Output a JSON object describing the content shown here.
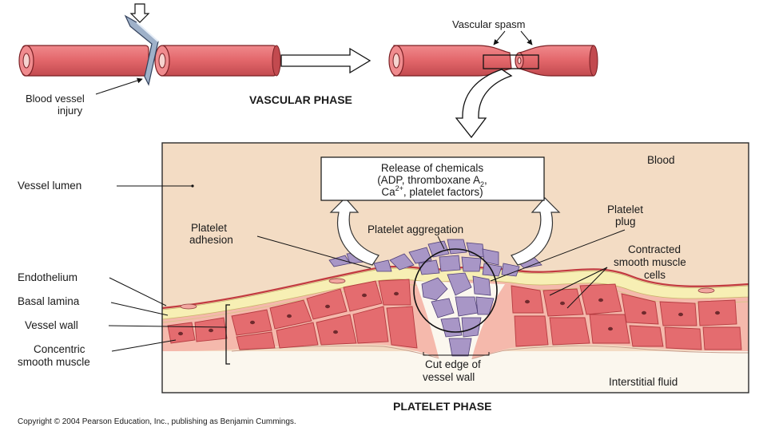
{
  "top": {
    "injury_label_line1": "Blood vessel",
    "injury_label_line2": "injury",
    "phase_title": "VASCULAR PHASE",
    "spasm_label": "Vascular spasm"
  },
  "detail": {
    "chemicals_box": {
      "line1": "Release of chemicals",
      "line2": "(ADP, thromboxane A",
      "line2_sub": "2",
      "line2_end": ",",
      "line3": "Ca",
      "line3_sup": "2+",
      "line3_end": ", platelet factors)"
    },
    "labels": {
      "blood": "Blood",
      "vessel_lumen": "Vessel lumen",
      "platelet_adhesion_1": "Platelet",
      "platelet_adhesion_2": "adhesion",
      "platelet_aggregation": "Platelet aggregation",
      "platelet_plug_1": "Platelet",
      "platelet_plug_2": "plug",
      "contracted_1": "Contracted",
      "contracted_2": "smooth muscle",
      "contracted_3": "cells",
      "endothelium": "Endothelium",
      "basal_lamina": "Basal lamina",
      "vessel_wall": "Vessel wall",
      "concentric_1": "Concentric",
      "concentric_2": "smooth muscle",
      "cut_edge_1": "Cut edge of",
      "cut_edge_2": "vessel wall",
      "interstitial_fluid": "Interstitial fluid"
    }
  },
  "bottom": {
    "phase_title": "PLATELET PHASE",
    "copyright": "Copyright © 2004 Pearson Education, Inc., publishing as Benjamin Cummings."
  },
  "colors": {
    "tissue_background": "#f3dcc4",
    "vessel_red": "#e2666a",
    "platelet_purple": "#a896c6",
    "basal_lamina_yellow": "#f7efb4"
  }
}
